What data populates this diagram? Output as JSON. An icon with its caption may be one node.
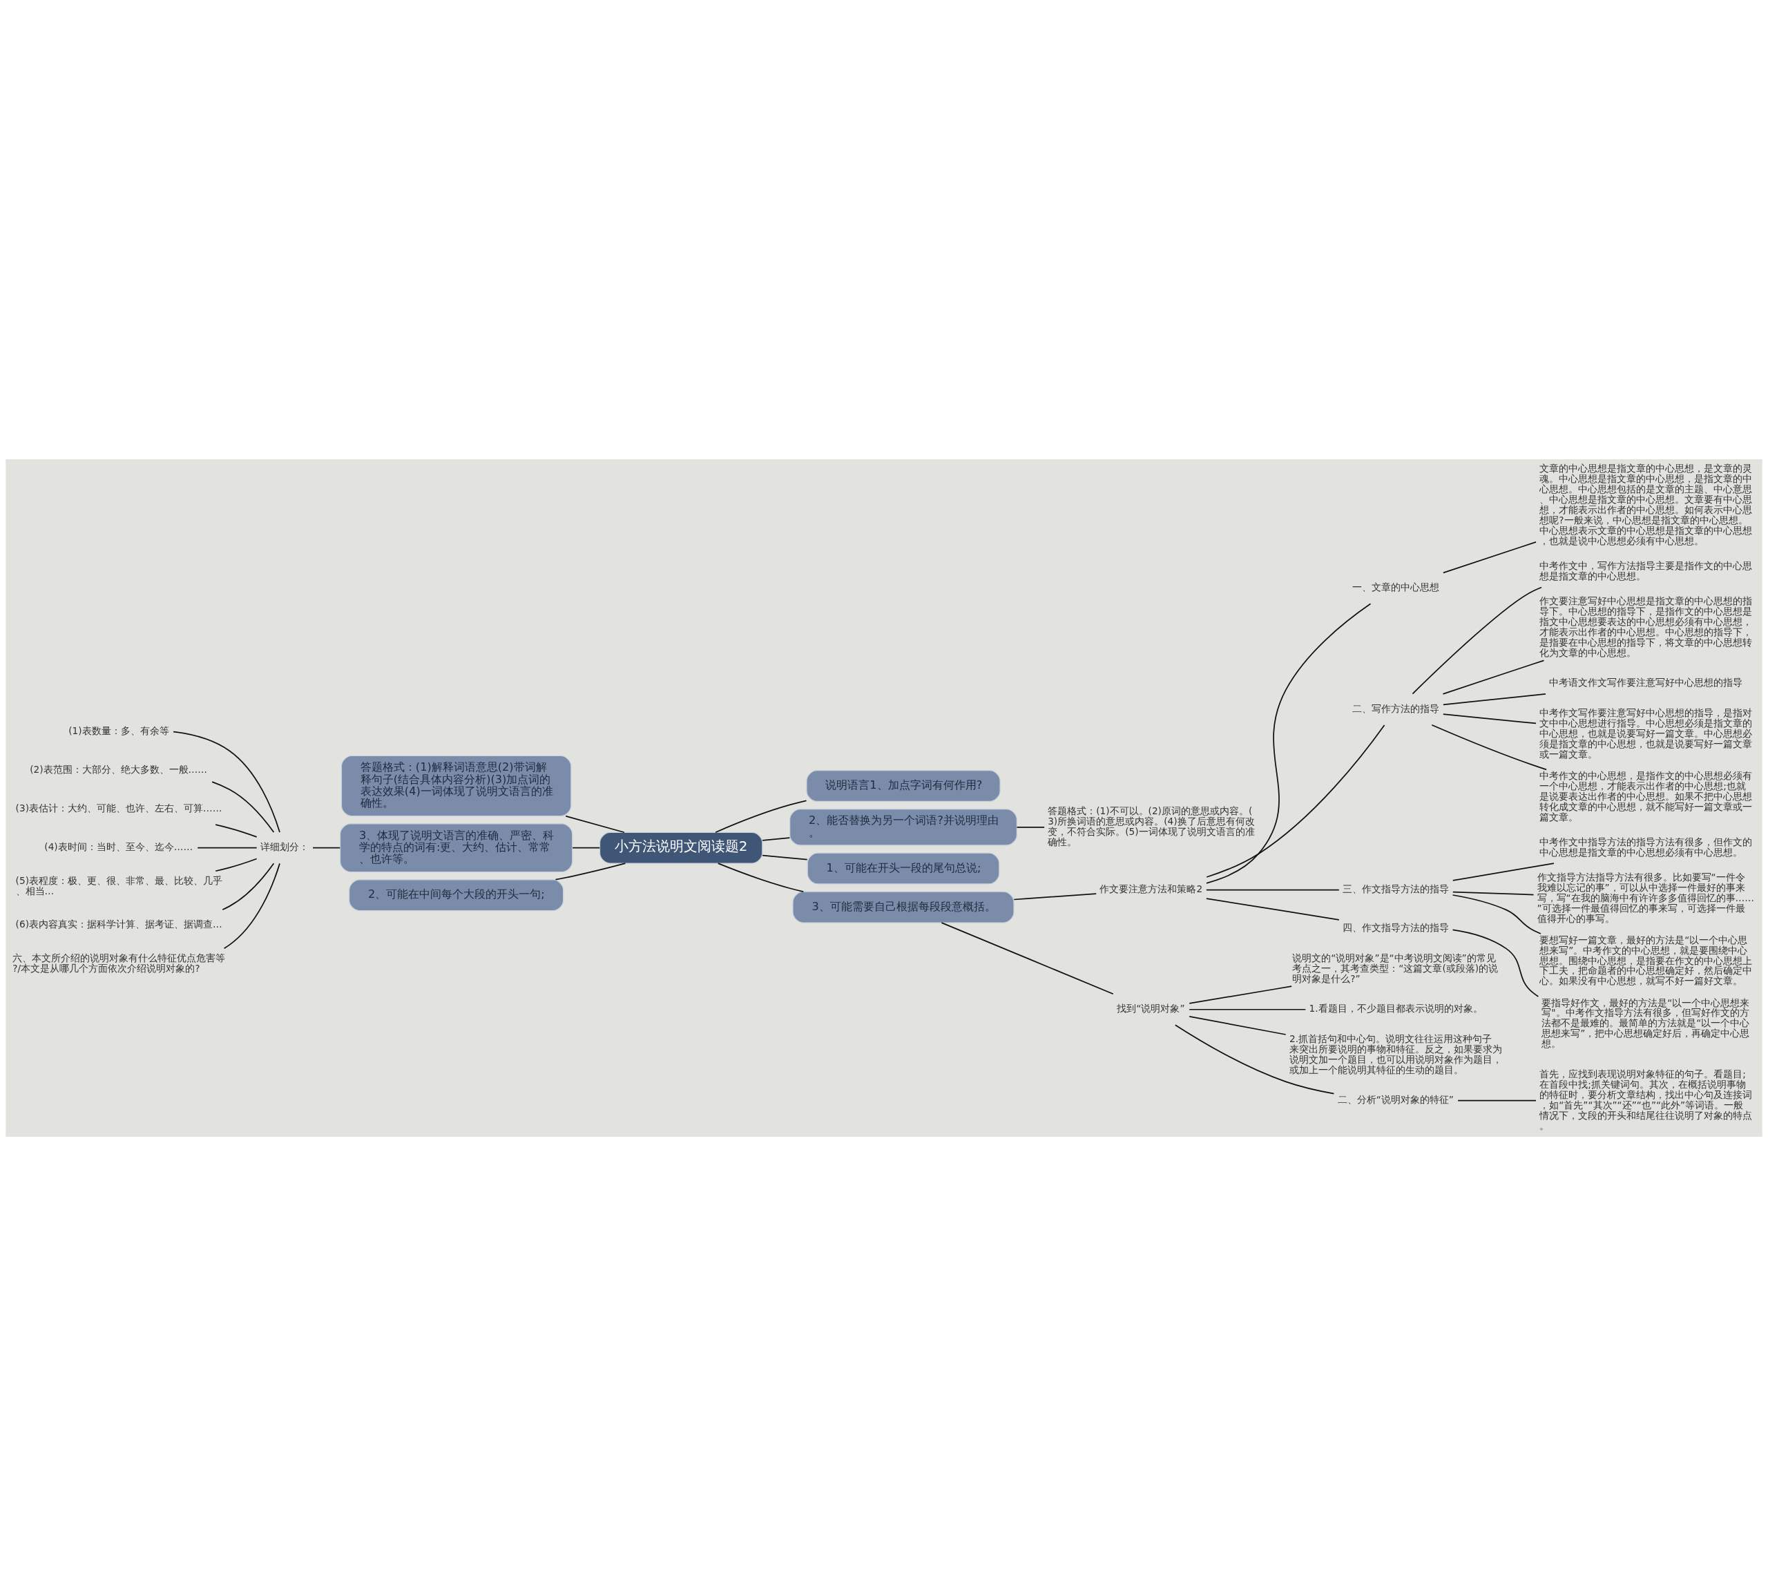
{
  "diagram": {
    "nodes": [
      {
        "text": [
          "小方法说明文阅读题2"
        ]
      },
      {
        "text": [
          "说明语言1、加点字词有何作用?"
        ]
      },
      {
        "text": [
          "2、能否替换为另一个词语?并说明理由。"
        ]
      },
      {
        "text": [
          "答题格式：(1)不可以。(2)原词的意思或内容。(3)所换词语的意思或内容。(4)换了后意思有何改变，不符合实际。(5)一词体现了说明文语言的准确性。"
        ]
      },
      {
        "text": [
          "1、可能在开头一段的尾句总说;"
        ]
      },
      {
        "text": [
          "答题格式：(1)解释词语意思(2)带词解释句子(结合具体内容分析)(3)加点词的表达效果(4)一词体现了说明文语言的准确性。"
        ]
      },
      {
        "text": [
          "3、体现了说明文语言的准确、严密、科学的特点的词有:更、大约、估计、常常、也许等。"
        ]
      },
      {
        "text": [
          "详细划分："
        ]
      },
      {
        "text": [
          "(1)表数量：多、有余等"
        ]
      },
      {
        "text": [
          "(2)表范围：大部分、绝大多数、一般……"
        ]
      },
      {
        "text": [
          "(3)表估计：大约、可能、也许、左右、可算……"
        ]
      },
      {
        "text": [
          "(4)表时间：当时、至今、迄今……"
        ]
      },
      {
        "text": [
          "(5)表程度：极、更、很、非常、最、比较、几乎、相当…"
        ]
      },
      {
        "text": [
          "(6)表内容真实：据科学计算、据考证、据调查…"
        ]
      },
      {
        "text": [
          "六、本文所介绍的说明对象有什么特征优点危害等?/本文是从哪几个方面依次介绍说明对象的?"
        ]
      },
      {
        "text": [
          "2、可能在中间每个大段的开头一句;"
        ]
      },
      {
        "text": [
          "3、可能需要自己根据每段段意概括。"
        ]
      },
      {
        "text": [
          "作文要注意方法和策略2"
        ]
      },
      {
        "text": [
          "一、文章的中心思想"
        ]
      },
      {
        "text": [
          "文章的中心思想是指文章的中心思想，是文章的灵魂。中心思想是指文章的中心思想，是指文章的中心思想。中心思想包括的是文章的主题、中心意思、中心思想是指文章的中心思想。文章要有中心思想，才能表示出作者的中心思想。如何表示中心思想呢?一般来说，中心思想是指文章的中心思想。中心思想表示文章的中心思想是指文章的中心思想，也就是说中心思想必须有中心思想。"
        ]
      },
      {
        "text": [
          "二、写作方法的指导"
        ]
      },
      {
        "text": [
          "中考作文中，写作方法指导主要是指作文的中心思想是指文章的中心思想。"
        ]
      },
      {
        "text": [
          "作文要注意写好中心思想是指文章的中心思想的指导下。中心思想的指导下，是指作文的中心思想是指文中心思想要表达的中心思想必须有中心思想，才能表示出作者的中心思想。中心思想的指导下，是指要在中心思想的指导下，将文章的中心思想转化为文章的中心思想。"
        ]
      },
      {
        "text": [
          "中考语文作文写作要注意写好中心思想的指导"
        ]
      },
      {
        "text": [
          "中考作文写作要注意写好中心思想的指导，是指对文中中心思想进行指导。中心思想必须是指文章的中心思想，也就是说要写好一篇文章。中心思想必须是指文章的中心思想，也就是说要写好一篇文章或一篇文章。"
        ]
      },
      {
        "text": [
          "中考作文的中心思想，是指作文的中心思想必须有一个中心思想，才能表示出作者的中心思想;也就是说要表达出作者的中心思想。如果不把中心思想转化成文章的中心思想，就不能写好一篇文章或一篇文章。"
        ]
      },
      {
        "text": [
          "三、作文指导方法的指导"
        ]
      },
      {
        "text": [
          "中考作文中指导方法的指导方法有很多，但作文的中心思想是指文章的中心思想必须有中心思想。"
        ]
      },
      {
        "text": [
          "作文指导方法指导方法有很多。比如要写“一件令我难以忘记的事”，可以从中选择一件最好的事来写，写“在我的脑海中有许许多多值得回忆的事……”可选择一件最值得回忆的事来写，可选择一件最值得开心的事写。"
        ]
      },
      {
        "text": [
          "要想写好一篇文章，最好的方法是“以一个中心思想来写”。中考作文的中心思想，就是要围绕中心思想。围绕中心思想，是指要在作文的中心思想上下工夫，把命题者的中心思想确定好，然后确定中心。如果没有中心思想，就写不好一篇好文章。"
        ]
      },
      {
        "text": [
          "四、作文指导方法的指导"
        ]
      },
      {
        "text": [
          "要指导好作文，最好的方法是“以一个中心思想来写\"。中考作文指导方法有很多，但写好作文的方法都不是最难的。最简单的方法就是“以一个中心思想来写”，把中心思想确定好后，再确定中心思想。"
        ]
      },
      {
        "text": [
          "找到“说明对象”"
        ]
      },
      {
        "text": [
          "说明文的“说明对象”是“中考说明文阅读”的常见考点之一，其考查类型：“这篇文章(或段落)的说明对象是什么?”"
        ]
      },
      {
        "text": [
          "1.看题目，不少题目都表示说明的对象。"
        ]
      },
      {
        "text": [
          "2.抓首括句和中心句。说明文往往运用这种句子来突出所要说明的事物和特征。反之，如果要求为说明文加一个题目，也可以用说明对象作为题目，或加上一个能说明其特征的生动的题目。"
        ]
      },
      {
        "text": [
          "二、分析“说明对象的特征”"
        ]
      },
      {
        "text": [
          "首先，应找到表现说明对象特征的句子。看题目;在首段中找;抓关键词句。其次，在概括说明事物的特征时，要分析文章结构，找出中心句及连接词，如“首先”“其次”“还”“也”“此外”等词语。一般情况下，文段的开头和结尾往往说明了对象的特点。"
        ]
      }
    ],
    "edges": [
      {
        "from": 0,
        "to": 1,
        "arrow": "none"
      },
      {
        "from": 0,
        "to": 2,
        "arrow": "none"
      },
      {
        "from": 2,
        "to": 3,
        "arrow": "none"
      },
      {
        "from": 0,
        "to": 4,
        "arrow": "none"
      },
      {
        "from": 0,
        "to": 5,
        "arrow": "none"
      },
      {
        "from": 0,
        "to": 6,
        "arrow": "none"
      },
      {
        "from": 6,
        "to": 7,
        "arrow": "none"
      },
      {
        "from": 7,
        "to": 8,
        "arrow": "none"
      },
      {
        "from": 7,
        "to": 9,
        "arrow": "none"
      },
      {
        "from": 7,
        "to": 10,
        "arrow": "none"
      },
      {
        "from": 7,
        "to": 11,
        "arrow": "none"
      },
      {
        "from": 7,
        "to": 12,
        "arrow": "none"
      },
      {
        "from": 7,
        "to": 13,
        "arrow": "none"
      },
      {
        "from": 7,
        "to": 14,
        "arrow": "none"
      },
      {
        "from": 0,
        "to": 15,
        "arrow": "none"
      },
      {
        "from": 0,
        "to": 16,
        "arrow": "none"
      },
      {
        "from": 16,
        "to": 17,
        "arrow": "none"
      },
      {
        "from": 17,
        "to": 18,
        "arrow": "none"
      },
      {
        "from": 18,
        "to": 19,
        "arrow": "none"
      },
      {
        "from": 17,
        "to": 20,
        "arrow": "none"
      },
      {
        "from": 20,
        "to": 21,
        "arrow": "none"
      },
      {
        "from": 20,
        "to": 22,
        "arrow": "none"
      },
      {
        "from": 20,
        "to": 23,
        "arrow": "none"
      },
      {
        "from": 20,
        "to": 24,
        "arrow": "none"
      },
      {
        "from": 20,
        "to": 25,
        "arrow": "none"
      },
      {
        "from": 17,
        "to": 26,
        "arrow": "none"
      },
      {
        "from": 26,
        "to": 27,
        "arrow": "none"
      },
      {
        "from": 26,
        "to": 28,
        "arrow": "none"
      },
      {
        "from": 26,
        "to": 29,
        "arrow": "none"
      },
      {
        "from": 17,
        "to": 30,
        "arrow": "none"
      },
      {
        "from": 30,
        "to": 31,
        "arrow": "none"
      },
      {
        "from": 16,
        "to": 32,
        "arrow": "none"
      },
      {
        "from": 32,
        "to": 33,
        "arrow": "none"
      },
      {
        "from": 32,
        "to": 34,
        "arrow": "none"
      },
      {
        "from": 32,
        "to": 35,
        "arrow": "none"
      },
      {
        "from": 32,
        "to": 36,
        "arrow": "none"
      },
      {
        "from": 36,
        "to": 37,
        "arrow": "none"
      }
    ]
  }
}
